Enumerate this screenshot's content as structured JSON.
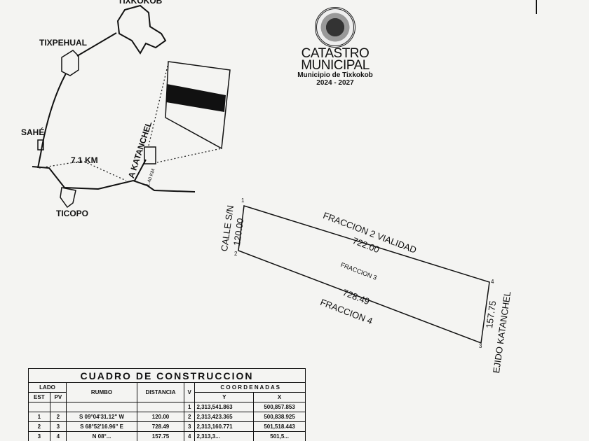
{
  "map": {
    "towns": {
      "tixkokob": "TIXKOKOB",
      "tixpehual": "TIXPEHUAL",
      "sahe": "SAHÉ",
      "ticopo": "TICOPO"
    },
    "distance_label": "7.1 KM",
    "road_label": "A KATANCHEL",
    "branch_distance": "1.40 KM"
  },
  "logo": {
    "line1": "CATASTRO",
    "line2": "MUNICIPAL",
    "line3": "Municipio de Tixkokob",
    "line4": "2024 - 2027"
  },
  "plot": {
    "side_1_2_name": "CALLE S/N",
    "side_1_2_length": "120.00",
    "side_1_4_name": "FRACCION 2  VIALIDAD",
    "side_1_4_length": "722.00",
    "center_label": "FRACCION 3",
    "side_2_3_name": "FRACCION 4",
    "side_2_3_length": "728.49",
    "side_3_4_name": "EJIDO KATANCHEL",
    "side_3_4_length": "157.75",
    "vertices": [
      "1",
      "2",
      "3",
      "4"
    ]
  },
  "table": {
    "title": "CUADRO DE CONSTRUCCION",
    "headers": {
      "lado": "LADO",
      "est": "EST",
      "pv": "PV",
      "rumbo": "RUMBO",
      "distancia": "DISTANCIA",
      "v": "V",
      "coordenadas": "C O O R D E N A D A S",
      "y": "Y",
      "x": "X"
    },
    "rows": [
      {
        "est": "",
        "pv": "",
        "rumbo": "",
        "distancia": "",
        "v": "1",
        "y": "2,313,541.863",
        "x": "500,857.853"
      },
      {
        "est": "1",
        "pv": "2",
        "rumbo": "S 09°04'31.12\" W",
        "distancia": "120.00",
        "v": "2",
        "y": "2,313,423.365",
        "x": "500,838.925"
      },
      {
        "est": "2",
        "pv": "3",
        "rumbo": "S 68°52'16.96\" E",
        "distancia": "728.49",
        "v": "3",
        "y": "2,313,160.771",
        "x": "501,518.443"
      },
      {
        "est": "3",
        "pv": "4",
        "rumbo": "N 08°...",
        "distancia": "157.75",
        "v": "4",
        "y": "2,313,3...",
        "x": "501,5..."
      }
    ]
  }
}
